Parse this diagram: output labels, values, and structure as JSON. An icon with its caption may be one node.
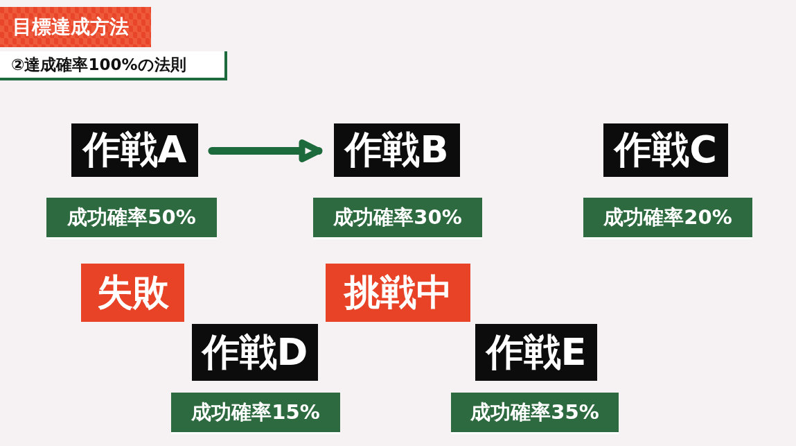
{
  "diagram": {
    "title": "目標達成方法",
    "nodes": [
      {
        "text": [
          "作戦A"
        ]
      },
      {
        "text": [
          "成功確率50%"
        ]
      },
      {
        "text": [
          "作戦B"
        ]
      },
      {
        "text": [
          "成功確率30%"
        ]
      },
      {
        "text": [
          "作戦C"
        ]
      },
      {
        "text": [
          "成功確率20%"
        ]
      },
      {
        "text": [
          "失敗"
        ]
      },
      {
        "text": [
          "挑戦中"
        ]
      },
      {
        "text": [
          "作戦D"
        ]
      },
      {
        "text": [
          "成功確率15%"
        ]
      },
      {
        "text": [
          "作戦E"
        ]
      },
      {
        "text": [
          "成功確率35%"
        ]
      }
    ],
    "edges": [
      {
        "from": 0,
        "to": 2,
        "arrow": "to",
        "color": "#1d6a3c"
      }
    ],
    "labels": [
      "②達成確率100%の法則"
    ]
  }
}
